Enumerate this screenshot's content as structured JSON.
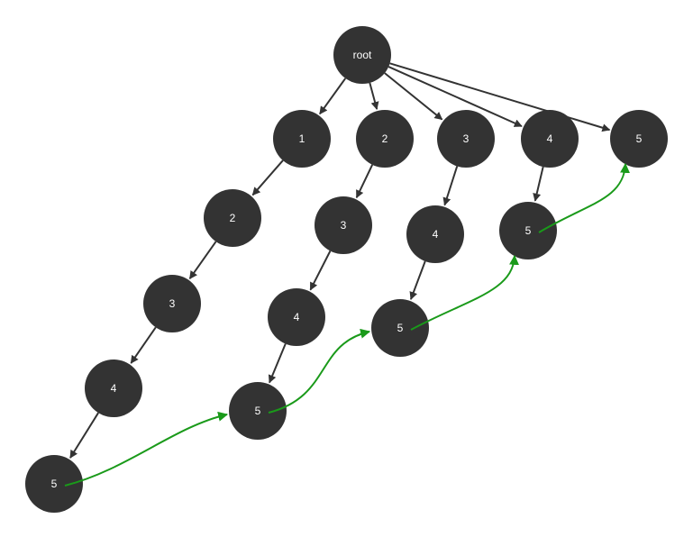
{
  "diagram": {
    "node_color": "#333333",
    "label_color": "#ffffff",
    "edge_color": "#333333",
    "highlight_color": "#1a9a1a",
    "nodes": [
      {
        "id": "root",
        "label": "root"
      },
      {
        "id": "a1",
        "label": "1"
      },
      {
        "id": "a2",
        "label": "2"
      },
      {
        "id": "a3",
        "label": "3"
      },
      {
        "id": "a4",
        "label": "4"
      },
      {
        "id": "a5",
        "label": "5"
      },
      {
        "id": "b1",
        "label": "2"
      },
      {
        "id": "b2",
        "label": "3"
      },
      {
        "id": "b3",
        "label": "4"
      },
      {
        "id": "b4",
        "label": "5"
      },
      {
        "id": "c1",
        "label": "3"
      },
      {
        "id": "c2",
        "label": "4"
      },
      {
        "id": "c3",
        "label": "5"
      },
      {
        "id": "d1",
        "label": "4"
      },
      {
        "id": "d2",
        "label": "5"
      },
      {
        "id": "e1",
        "label": "5"
      }
    ],
    "edges": [
      {
        "from": "root",
        "to": "a1"
      },
      {
        "from": "root",
        "to": "b1"
      },
      {
        "from": "root",
        "to": "c1"
      },
      {
        "from": "root",
        "to": "d1"
      },
      {
        "from": "root",
        "to": "e1"
      },
      {
        "from": "a1",
        "to": "a2"
      },
      {
        "from": "a2",
        "to": "a3"
      },
      {
        "from": "a3",
        "to": "a4"
      },
      {
        "from": "a4",
        "to": "a5"
      },
      {
        "from": "b1",
        "to": "b2"
      },
      {
        "from": "b2",
        "to": "b3"
      },
      {
        "from": "b3",
        "to": "b4"
      },
      {
        "from": "c1",
        "to": "c2"
      },
      {
        "from": "c2",
        "to": "c3"
      },
      {
        "from": "d1",
        "to": "d2"
      }
    ],
    "links": [
      {
        "from": "a5",
        "to": "b4"
      },
      {
        "from": "b4",
        "to": "c3"
      },
      {
        "from": "c3",
        "to": "d2"
      },
      {
        "from": "d2",
        "to": "e1"
      }
    ]
  }
}
